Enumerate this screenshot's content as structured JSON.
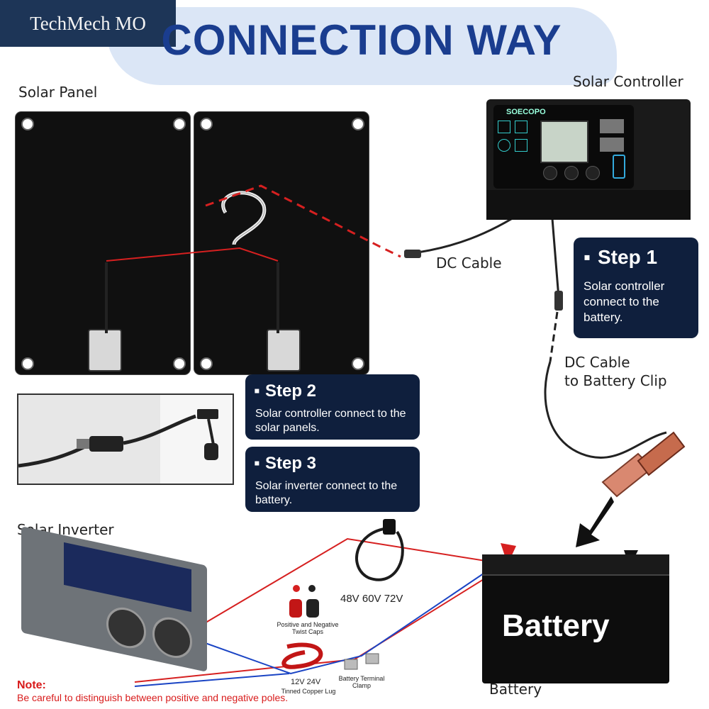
{
  "brand": "TechMech MO",
  "title": "CONNECTION WAY",
  "labels": {
    "solar_panel": "Solar Panel",
    "solar_controller": "Solar Controller",
    "dc_cable": "DC Cable",
    "dc_cable_clip": "DC Cable\nto Battery Clip",
    "solar_inverter": "Solar Inverter",
    "battery": "Battery",
    "battery_text": "Battery",
    "voltage": "48V 60V 72V",
    "twist_caps": "Positive and Negative Twist Caps",
    "lug_voltage": "12V 24V",
    "copper_lug": "Tinned Copper Lug",
    "terminal_clamp": "Battery Terminal Clamp",
    "controller_brand": "SOECOPO"
  },
  "steps": [
    {
      "title": "Step 1",
      "text": "Solar controller connect to the battery."
    },
    {
      "title": "Step 2",
      "text": "Solar controller connect to the solar panels."
    },
    {
      "title": "Step 3",
      "text": "Solar inverter connect to the battery."
    }
  ],
  "note": {
    "title": "Note:",
    "text": "Be careful to distinguish between positive and negative poles."
  },
  "colors": {
    "title": "#1a3d8f",
    "step_box": "#0f1f3d",
    "note": "#d81b1b",
    "wire_positive": "#d62020",
    "wire_negative": "#1a44c4"
  }
}
